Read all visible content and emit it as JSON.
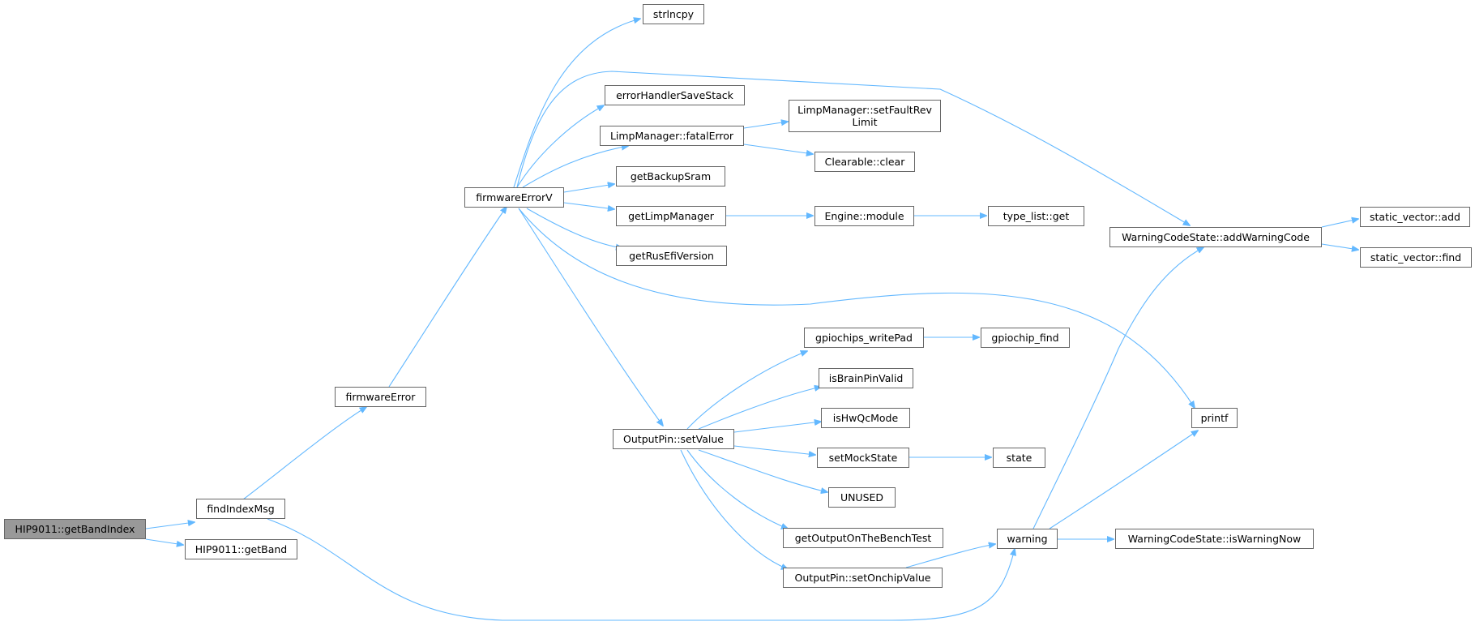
{
  "graph": {
    "nodes": {
      "root": "HIP9011::getBandIndex",
      "findIndexMsg": "findIndexMsg",
      "getBand": "HIP9011::getBand",
      "firmwareError": "firmwareError",
      "firmwareErrorV": "firmwareErrorV",
      "strlncpy": "strlncpy",
      "errorHandlerSaveStack": "errorHandlerSaveStack",
      "fatalError": "LimpManager::fatalError",
      "setFaultRevLimit": "LimpManager::setFaultRev\nLimit",
      "clear": "Clearable::clear",
      "getBackupSram": "getBackupSram",
      "getLimpManager": "getLimpManager",
      "engineModule": "Engine::module",
      "typeListGet": "type_list::get",
      "getRusEfiVersion": "getRusEfiVersion",
      "addWarningCode": "WarningCodeState::addWarningCode",
      "staticVectorAdd": "static_vector::add",
      "staticVectorFind": "static_vector::find",
      "printf": "printf",
      "setValue": "OutputPin::setValue",
      "gpiochipsWritePad": "gpiochips_writePad",
      "gpiochipFind": "gpiochip_find",
      "isBrainPinValid": "isBrainPinValid",
      "isHwQcMode": "isHwQcMode",
      "setMockState": "setMockState",
      "state": "state",
      "unused": "UNUSED",
      "getOutputOnTheBenchTest": "getOutputOnTheBenchTest",
      "setOnchipValue": "OutputPin::setOnchipValue",
      "warning": "warning",
      "isWarningNow": "WarningCodeState::isWarningNow"
    },
    "colors": {
      "edge": "#63b8ff",
      "border": "#666666",
      "root_fill": "#999999",
      "node_fill": "#ffffff"
    }
  }
}
